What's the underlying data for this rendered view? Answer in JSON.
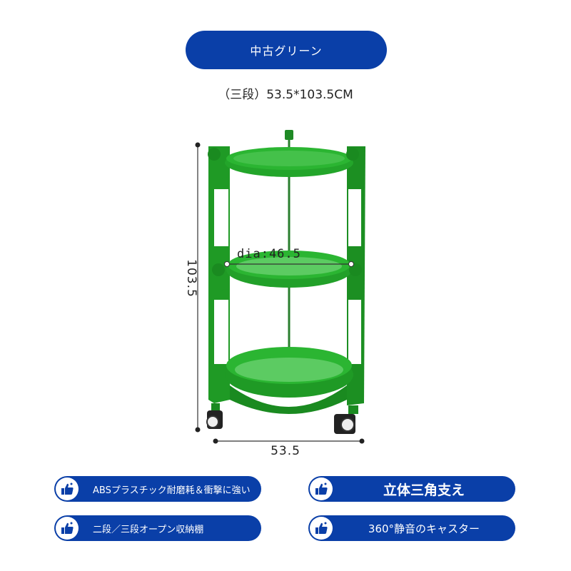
{
  "header": {
    "color_label": "中古グリーン",
    "size_text": "（三段）53.5*103.5CM"
  },
  "dimensions": {
    "height": "103.5",
    "width": "53.5",
    "diameter": "dia:46.5"
  },
  "features": [
    {
      "label": "ABSプラスチック耐磨耗＆衝撃に強い",
      "icon": "thumbs-up-icon"
    },
    {
      "label": "二段／三段オープン収納棚",
      "icon": "thumbs-up-icon"
    },
    {
      "label": "立体三角支え",
      "icon": "thumbs-up-icon"
    },
    {
      "label": "360°静音のキャスター",
      "icon": "thumbs-up-icon"
    }
  ],
  "colors": {
    "brand_blue": "#0a3fa8",
    "product_green": "#1f9a25"
  }
}
